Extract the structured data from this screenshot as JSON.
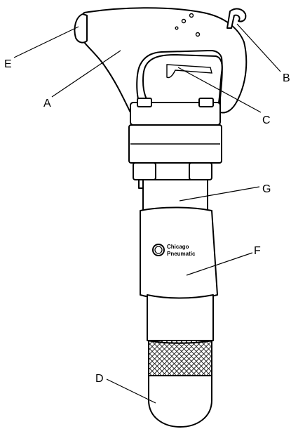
{
  "callouts": {
    "a": "A",
    "b": "B",
    "c": "C",
    "d": "D",
    "e": "E",
    "f": "F",
    "g": "G"
  },
  "logo": {
    "line1": "Chicago",
    "line2": "Pneumatic"
  },
  "colors": {
    "line": "#000000",
    "fill": "#ffffff"
  }
}
